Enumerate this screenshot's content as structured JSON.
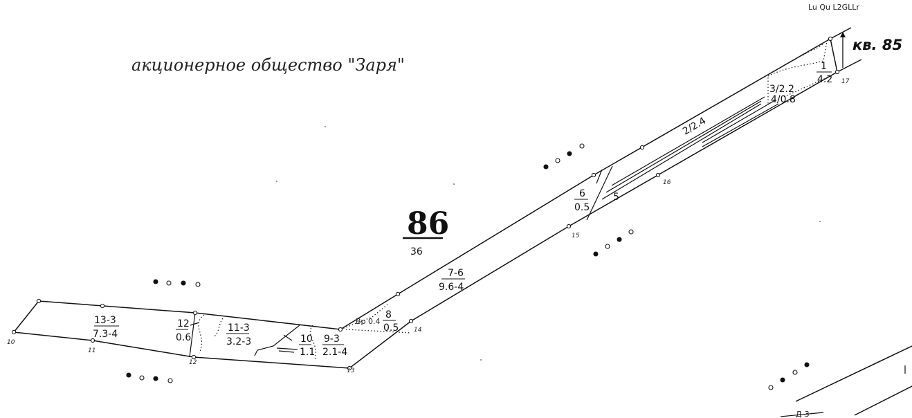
{
  "map": {
    "owner_label": "акционерное общество \"Заря\"",
    "quarter_label": "кв. 85",
    "quarter_number": "86",
    "quarter_area": "36",
    "stamp_text": "Lu Qu L2GLLr"
  },
  "plots": [
    {
      "top": "13-3",
      "bottom": "7.3-4"
    },
    {
      "top": "12",
      "bottom": "0.6"
    },
    {
      "top": "11-3",
      "bottom": "3.2-3"
    },
    {
      "top": "10",
      "bottom": "1.1"
    },
    {
      "top": "9-3",
      "bottom": "2.1-4"
    },
    {
      "top": "8",
      "bottom": "0.5"
    },
    {
      "top": "7-6",
      "bottom": "9.6-4"
    },
    {
      "top": "6",
      "bottom": "0.5"
    },
    {
      "top": "5",
      "bottom": ""
    },
    {
      "top": "2/2.4",
      "bottom": ""
    },
    {
      "top": "3/2.2",
      "bottom": "4/0.8"
    },
    {
      "top": "1",
      "bottom": "4.2"
    }
  ],
  "point_numbers": [
    "10",
    "11",
    "12",
    "13",
    "14",
    "15",
    "16",
    "17"
  ],
  "misc_labels": {
    "lower_right": "Д-3",
    "small_note": "Вр 0.4"
  }
}
